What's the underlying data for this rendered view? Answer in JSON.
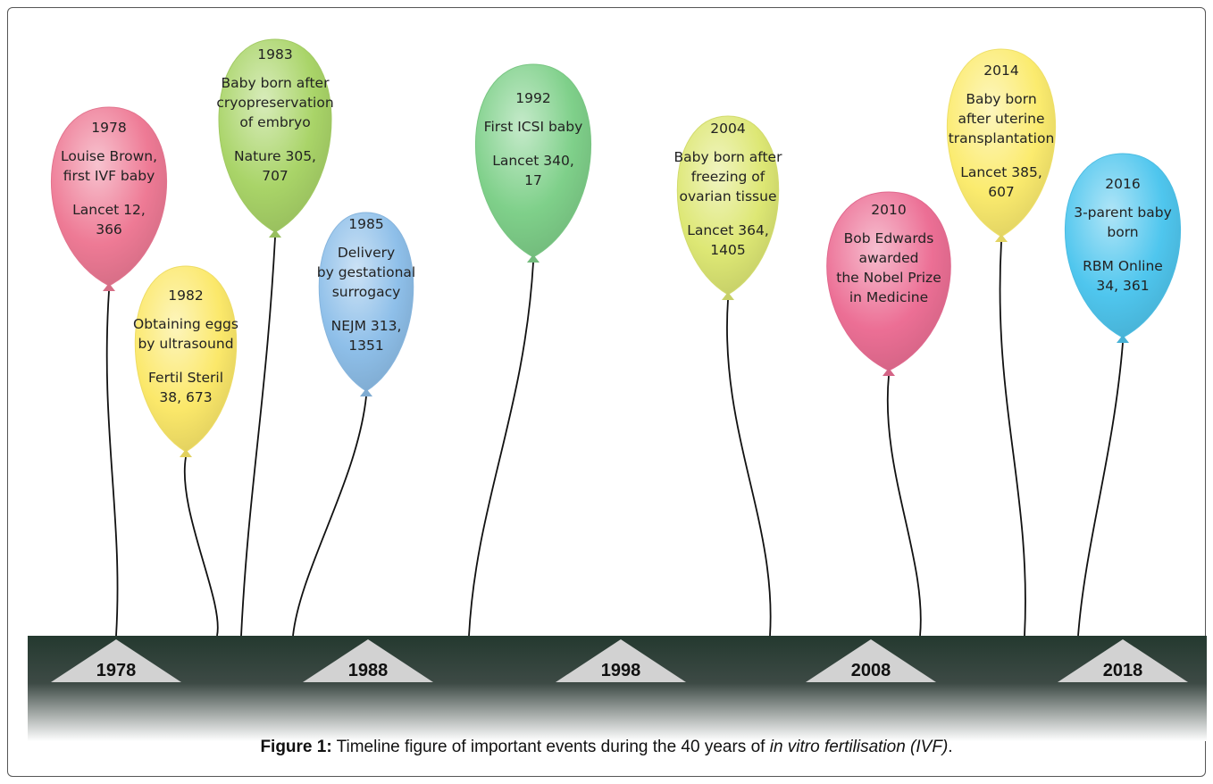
{
  "timeline": {
    "ticks": [
      "1978",
      "1988",
      "1998",
      "2008",
      "2018"
    ]
  },
  "balloons": [
    {
      "year": "1978",
      "lines": [
        "Louise Brown,",
        "first IVF baby",
        "",
        "Lancet 12,",
        "366"
      ],
      "color": "#ee7a95"
    },
    {
      "year": "1982",
      "lines": [
        "Obtaining eggs",
        "by ultrasound",
        "",
        "Fertil Steril",
        "38, 673"
      ],
      "color": "#fbe86a"
    },
    {
      "year": "1983",
      "lines": [
        "Baby born after",
        "cryopreservation",
        "of embryo",
        "",
        "Nature 305,",
        "707"
      ],
      "color": "#a9d468"
    },
    {
      "year": "1985",
      "lines": [
        "Delivery",
        "by gestational",
        "surrogacy",
        "",
        "NEJM 313,",
        "1351"
      ],
      "color": "#8ebfe9"
    },
    {
      "year": "1992",
      "lines": [
        "First ICSI baby",
        "",
        "Lancet 340,",
        "17"
      ],
      "color": "#7fd08a"
    },
    {
      "year": "2004",
      "lines": [
        "Baby born after",
        "freezing of",
        "ovarian tissue",
        "",
        "Lancet 364,",
        "1405"
      ],
      "color": "#dde774"
    },
    {
      "year": "2010",
      "lines": [
        "Bob Edwards",
        "awarded",
        "the Nobel Prize",
        "in Medicine"
      ],
      "color": "#ec6f95"
    },
    {
      "year": "2014",
      "lines": [
        "Baby born",
        "after uterine",
        "transplantation",
        "",
        "Lancet 385,",
        "607"
      ],
      "color": "#fbeb6e"
    },
    {
      "year": "2016",
      "lines": [
        "3-parent baby",
        "born",
        "",
        "RBM Online",
        "34, 361"
      ],
      "color": "#4fc6ee"
    }
  ],
  "caption": {
    "label": "Figure 1:",
    "text_before": " Timeline figure of important events during the 40 years of ",
    "italic": "in vitro fertilisation (IVF)",
    "text_after": "."
  }
}
